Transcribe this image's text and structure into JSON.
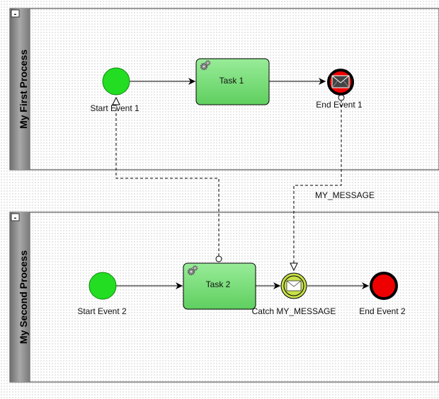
{
  "pools": [
    {
      "title": "My First Process",
      "collapse_symbol": "-",
      "nodes": {
        "start": {
          "label": "Start Event 1",
          "type": "start-event"
        },
        "task": {
          "label": "Task 1",
          "type": "service-task",
          "icon": "gears-icon"
        },
        "end": {
          "label": "End Event 1",
          "type": "message-end-event",
          "icon": "envelope-icon"
        }
      }
    },
    {
      "title": "My Second Process",
      "collapse_symbol": "-",
      "nodes": {
        "start": {
          "label": "Start Event 2",
          "type": "start-event"
        },
        "task": {
          "label": "Task 2",
          "type": "service-task",
          "icon": "gears-icon"
        },
        "catch": {
          "label": "Catch MY_MESSAGE",
          "type": "message-catch-event",
          "icon": "envelope-icon"
        },
        "end": {
          "label": "End Event 2",
          "type": "end-event"
        }
      }
    }
  ],
  "message_flows": [
    {
      "label": "",
      "from": "Task 2",
      "to": "Start Event 1"
    },
    {
      "label": "MY_MESSAGE",
      "from": "End Event 1",
      "to": "Catch MY_MESSAGE"
    }
  ],
  "colors": {
    "pool_header": "#8a8a8a",
    "task_fill": "#7ee07e",
    "start_fill": "#22dd22",
    "end_fill": "#ee0000",
    "catch_fill": "#c8e04a",
    "line": "#000000"
  }
}
